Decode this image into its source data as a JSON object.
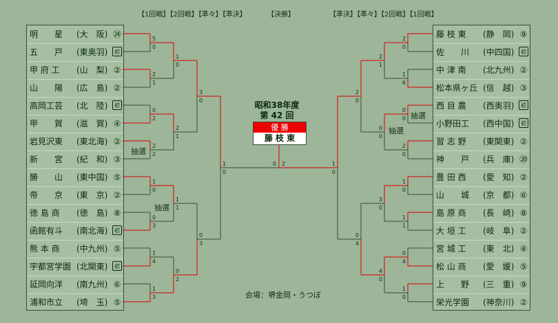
{
  "header": {
    "left": "【1回戦】【2回戦】【準々】【準決】",
    "center": "【決勝】",
    "right": "【準決】【準々】【2回戦】【1回戦】"
  },
  "center": {
    "title": "昭和38年度",
    "subtitle": "第 42 回",
    "champion_label": "優 勝",
    "champion": "藤 枝 東"
  },
  "venue": "会場：堺金岡・うつぼ",
  "lottery_label": "抽選",
  "left_teams": [
    {
      "name": "明　　星",
      "pref": "(大　阪)",
      "count": "㉔"
    },
    {
      "name": "五　　戸",
      "pref": "(東奥羽)",
      "count": "初"
    },
    {
      "name": "甲 府 工",
      "pref": "(山　梨)",
      "count": "②"
    },
    {
      "name": "山　　陽",
      "pref": "(広　島)",
      "count": "②"
    },
    {
      "name": "高岡工芸",
      "pref": "(北　陸)",
      "count": "初"
    },
    {
      "name": "甲　　賀",
      "pref": "(滋　賀)",
      "count": "④"
    },
    {
      "name": "岩見沢東",
      "pref": "(東北海)",
      "count": "②"
    },
    {
      "name": "新　　宮",
      "pref": "(紀　和)",
      "count": "③"
    },
    {
      "name": "勝　　山",
      "pref": "(東中国)",
      "count": "⑤"
    },
    {
      "name": "帝　　京",
      "pref": "(東　京)",
      "count": "②"
    },
    {
      "name": "徳 島 商",
      "pref": "(徳　島)",
      "count": "⑧"
    },
    {
      "name": "函館有斗",
      "pref": "(南北海)",
      "count": "初"
    },
    {
      "name": "熊 本 商",
      "pref": "(中九州)",
      "count": "⑤"
    },
    {
      "name": "宇都宮学園",
      "pref": "(北関東)",
      "count": "初"
    },
    {
      "name": "延岡向洋",
      "pref": "(南九州)",
      "count": "⑥"
    },
    {
      "name": "浦和市立",
      "pref": "(埼　玉)",
      "count": "⑤"
    }
  ],
  "right_teams": [
    {
      "name": "藤 枝 東",
      "pref": "(静　岡)",
      "count": "⑨"
    },
    {
      "name": "佐　　川",
      "pref": "(中四国)",
      "count": "初"
    },
    {
      "name": "中 津 南",
      "pref": "(北九州)",
      "count": "②"
    },
    {
      "name": "松本県ヶ丘",
      "pref": "(信　越)",
      "count": "③"
    },
    {
      "name": "西 目 農",
      "pref": "(西奥羽)",
      "count": "初"
    },
    {
      "name": "小野田工",
      "pref": "(西中国)",
      "count": "初"
    },
    {
      "name": "習 志 野",
      "pref": "(東関東)",
      "count": "②"
    },
    {
      "name": "神　　戸",
      "pref": "(兵　庫)",
      "count": "⑳"
    },
    {
      "name": "豊 田 西",
      "pref": "(愛　知)",
      "count": "②"
    },
    {
      "name": "山　　城",
      "pref": "(京　都)",
      "count": "⑥"
    },
    {
      "name": "島 原 商",
      "pref": "(長　崎)",
      "count": "⑧"
    },
    {
      "name": "大 垣 工",
      "pref": "(岐　阜)",
      "count": "②"
    },
    {
      "name": "宮 城 工",
      "pref": "(東　北)",
      "count": "④"
    },
    {
      "name": "松 山 商",
      "pref": "(愛　媛)",
      "count": "⑤"
    },
    {
      "name": "上　　野",
      "pref": "(三　重)",
      "count": "⑨"
    },
    {
      "name": "栄光学園",
      "pref": "(神奈川)",
      "count": "②"
    }
  ],
  "scores": {
    "left_r1": [
      [
        "5",
        "0"
      ],
      [
        "2",
        "1"
      ],
      [
        "0",
        "2"
      ],
      [
        "2",
        "2"
      ],
      [
        "1",
        "0"
      ],
      [
        "0",
        "3"
      ],
      [
        "1",
        "4"
      ],
      [
        "1",
        "3"
      ]
    ],
    "left_r2": [
      [
        "1",
        "0"
      ],
      [
        "2",
        "1"
      ],
      [
        "1",
        "1"
      ],
      [
        "0",
        "2"
      ]
    ],
    "left_qf": [
      [
        "3",
        "0"
      ],
      [
        "0",
        "3"
      ]
    ],
    "left_sf": [
      [
        "1",
        "0"
      ]
    ],
    "final": [
      "0",
      "2"
    ],
    "right_sf": [
      [
        "1",
        "0"
      ]
    ],
    "right_qf": [
      [
        "2",
        "0"
      ],
      [
        "0",
        "4"
      ]
    ],
    "right_r1": [
      [
        "2",
        "0"
      ],
      [
        "1",
        "6"
      ],
      [
        "0",
        "0"
      ],
      [
        "2",
        "0"
      ],
      [
        "1",
        "0"
      ],
      [
        "1",
        "1"
      ],
      [
        "0",
        "4"
      ],
      [
        "1",
        "0"
      ]
    ],
    "right_r2": [
      [
        "2",
        "1"
      ],
      [
        "0",
        "0"
      ],
      [
        "3",
        "0"
      ],
      [
        "4",
        "0"
      ]
    ]
  },
  "lottery_left": [
    3,
    5
  ],
  "lottery_right": [
    2
  ],
  "colors": {
    "win": "#dd0000",
    "lose": "#3c4a3a",
    "background": "#9db598",
    "panel": "#a7bea2",
    "champion_bg": "#ee0000"
  }
}
